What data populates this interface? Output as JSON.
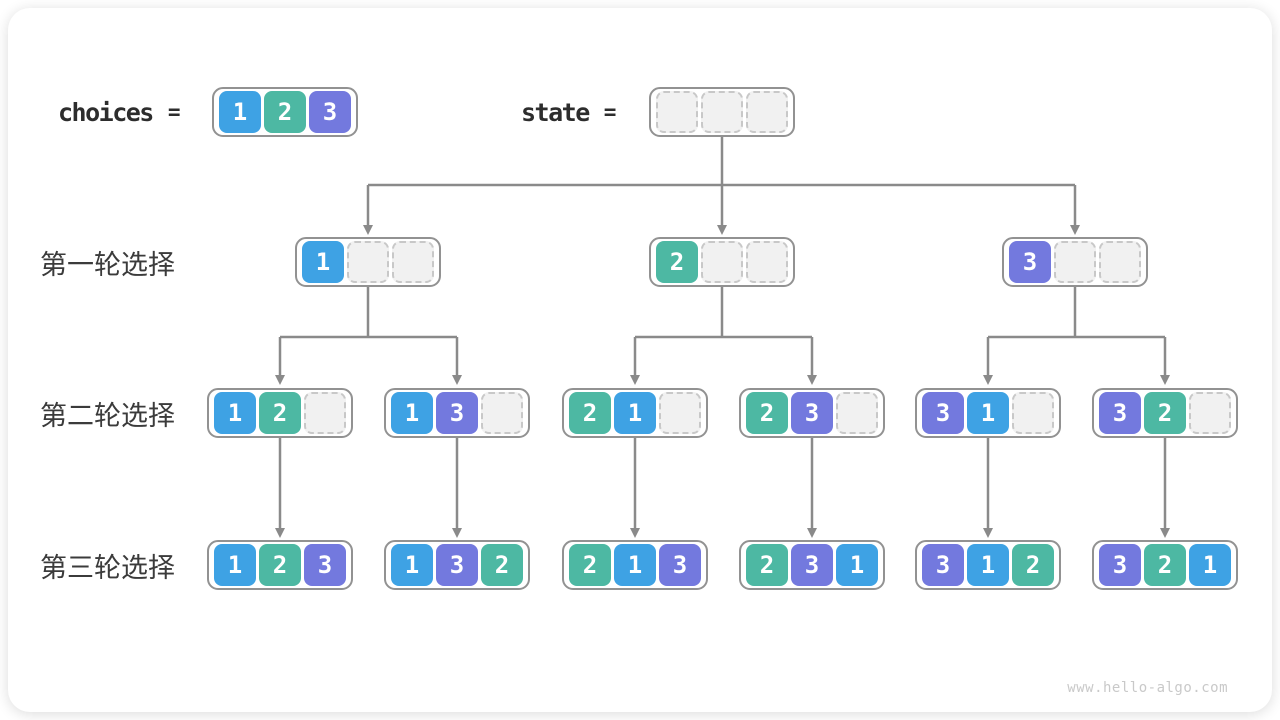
{
  "page": {
    "watermark": "www.hello-algo.com"
  },
  "colors": {
    "choice_1": "#3EA2E4",
    "choice_2": "#4DB8A3",
    "choice_3": "#7379DE",
    "empty_cell": "#f1f1f1",
    "node_border": "#929292",
    "connector": "#8a8a8a",
    "label_text": "#3b3b3b"
  },
  "header": {
    "choices_label": "choices",
    "equals": "=",
    "state_label": "state",
    "choices_values": [
      1,
      2,
      3
    ],
    "state_values": [
      null,
      null,
      null
    ]
  },
  "rows": [
    {
      "label": "第一轮选择",
      "nodes": [
        [
          1,
          null,
          null
        ],
        [
          2,
          null,
          null
        ],
        [
          3,
          null,
          null
        ]
      ]
    },
    {
      "label": "第二轮选择",
      "nodes": [
        [
          1,
          2,
          null
        ],
        [
          1,
          3,
          null
        ],
        [
          2,
          1,
          null
        ],
        [
          2,
          3,
          null
        ],
        [
          3,
          1,
          null
        ],
        [
          3,
          2,
          null
        ]
      ]
    },
    {
      "label": "第三轮选择",
      "nodes": [
        [
          1,
          2,
          3
        ],
        [
          1,
          3,
          2
        ],
        [
          2,
          1,
          3
        ],
        [
          2,
          3,
          1
        ],
        [
          3,
          1,
          2
        ],
        [
          3,
          2,
          1
        ]
      ]
    }
  ]
}
